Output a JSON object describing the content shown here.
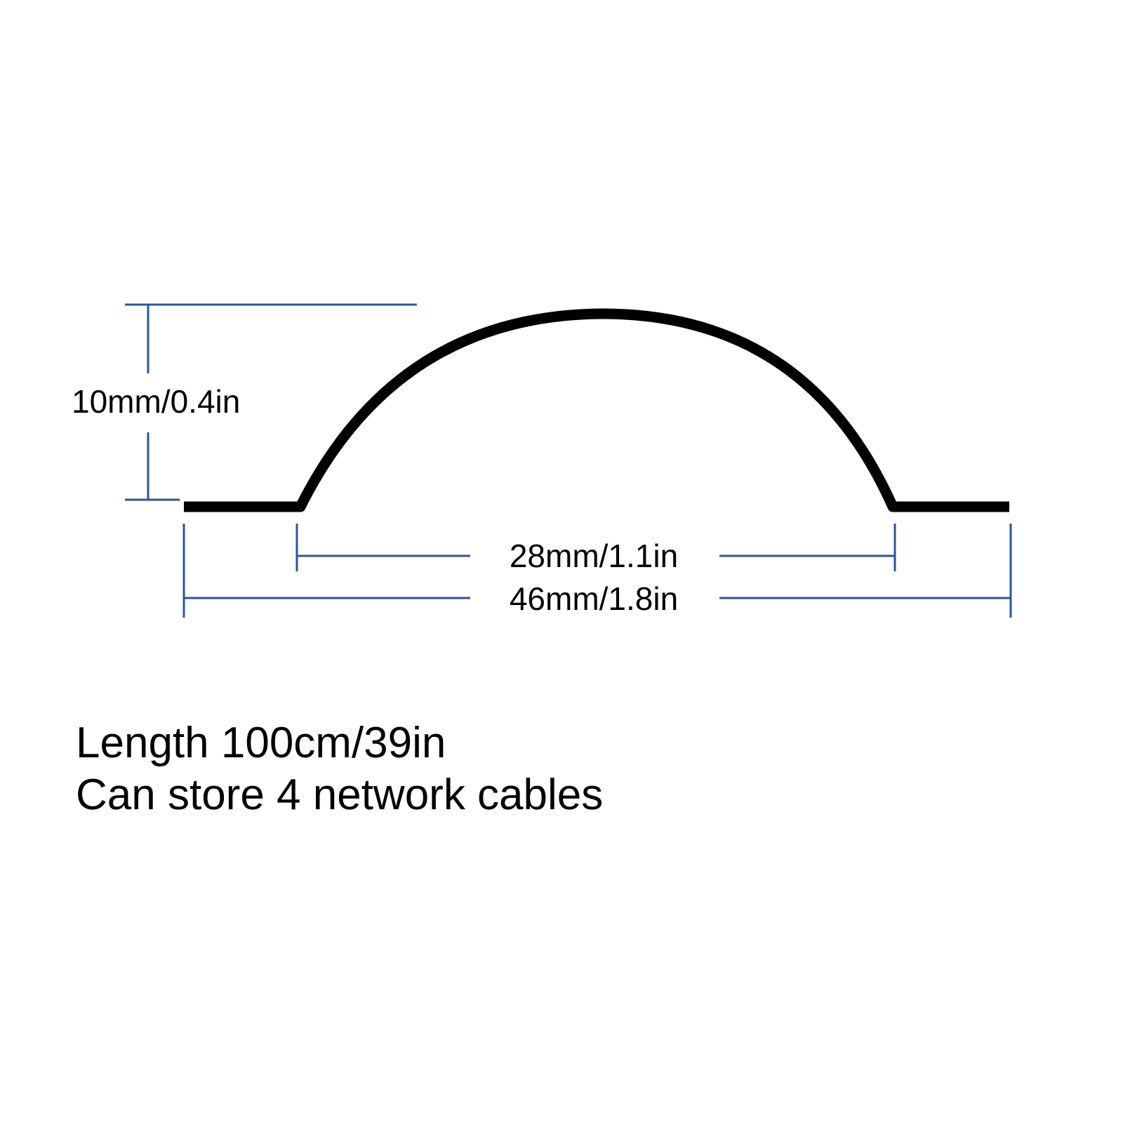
{
  "colors": {
    "profile": "#000000",
    "dimension_lines": "#2f5597",
    "background": "#ffffff"
  },
  "dimensions": {
    "height_label": "10mm/0.4in",
    "inner_width_label": "28mm/1.1in",
    "outer_width_label": "46mm/1.8in"
  },
  "captions": {
    "length": "Length 100cm/39in",
    "capacity": "Can store 4 network cables"
  }
}
